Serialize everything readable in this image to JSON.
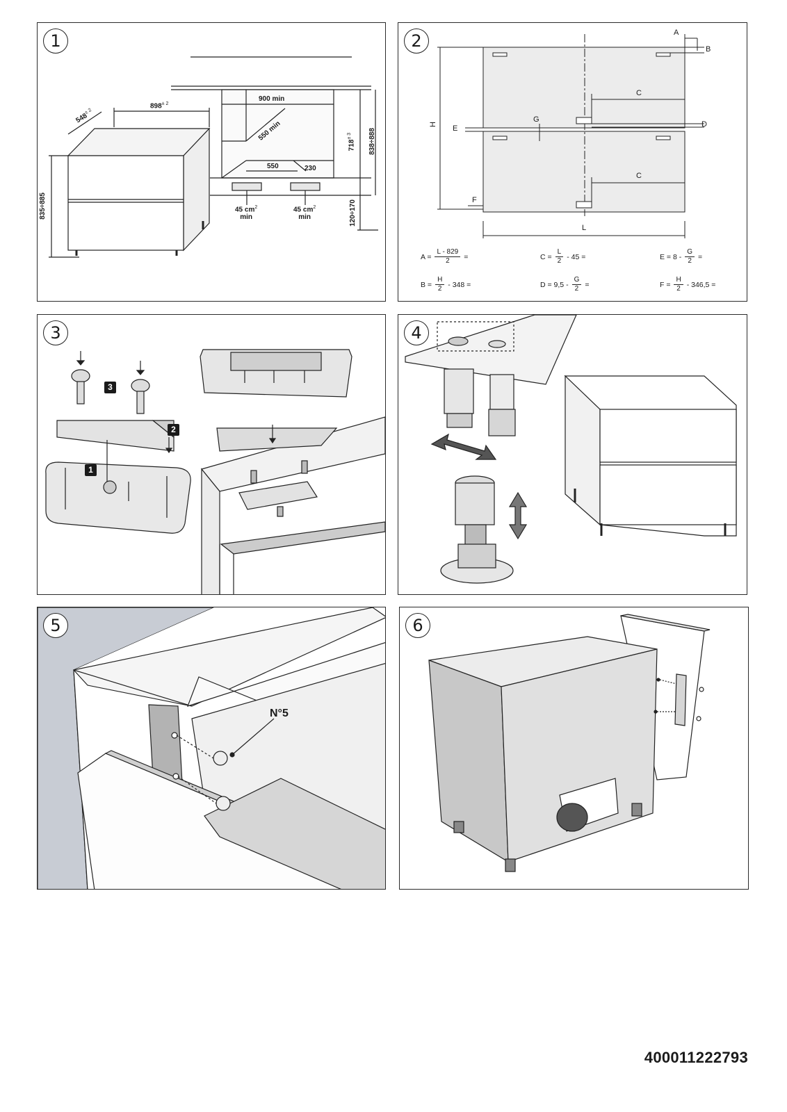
{
  "panels": [
    {
      "step": "1"
    },
    {
      "step": "2"
    },
    {
      "step": "3"
    },
    {
      "step": "4"
    },
    {
      "step": "5"
    },
    {
      "step": "6"
    }
  ],
  "step1": {
    "width": "898",
    "width_tol": "± 2",
    "depth": "548",
    "depth_tol": "± 2",
    "height_range": "835÷885",
    "niche_width": "900 min",
    "niche_depth": "550 min",
    "bottom_a": "550",
    "bottom_b": "230",
    "vent_area": "45 cm",
    "vent_exp": "2",
    "vent_min": "min",
    "h718": "718",
    "h718_tol": "± 3",
    "h838": "838÷888",
    "h120": "120÷170"
  },
  "step2": {
    "labels": {
      "A": "A",
      "B": "B",
      "C": "C",
      "D": "D",
      "E": "E",
      "F": "F",
      "G": "G",
      "H": "H",
      "L": "L"
    },
    "formulas": {
      "A": {
        "lhs": "A =",
        "num": "L - 829",
        "den": "2",
        "rest": "="
      },
      "B": {
        "lhs": "B =",
        "num": "H",
        "den": "2",
        "rest": "- 348 ="
      },
      "C": {
        "lhs": "C =",
        "num": "L",
        "den": "2",
        "rest": "- 45 ="
      },
      "D": {
        "lhs": "D = 9,5 -",
        "num": "G",
        "den": "2",
        "rest": "="
      },
      "E": {
        "lhs": "E = 8 -",
        "num": "G",
        "den": "2",
        "rest": "="
      },
      "F": {
        "lhs": "F =",
        "num": "H",
        "den": "2",
        "rest": "- 346,5 ="
      }
    }
  },
  "step3": {
    "badges": [
      "1",
      "2",
      "3"
    ]
  },
  "step5": {
    "screw_label": "N°5"
  },
  "document_number": "400011222793"
}
